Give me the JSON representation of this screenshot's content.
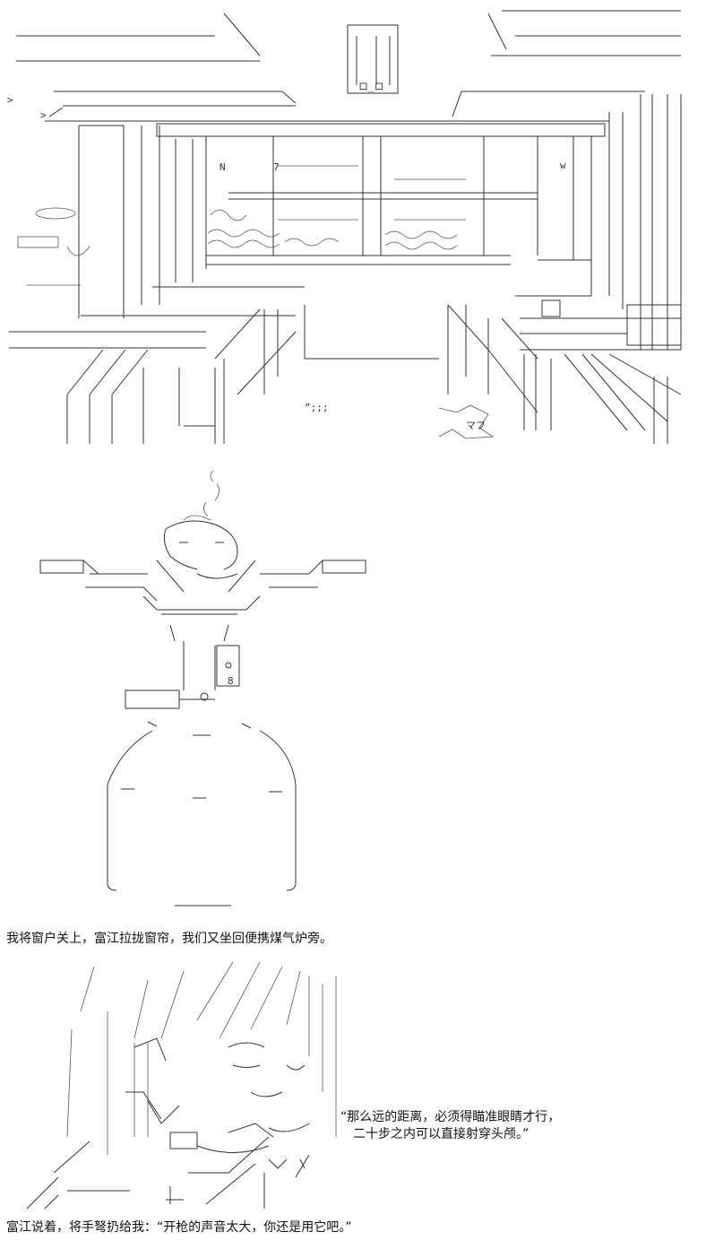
{
  "panels": {
    "room": {
      "label": ""
    },
    "figure": {
      "label": ""
    },
    "character": {
      "label": ""
    }
  },
  "captions": {
    "first": "我将窗户关上，富江拉拢窗帘，我们又坐回便携煤气炉旁。",
    "second": "富江说着，将手弩扔给我：“开枪的声音太大，你还是用它吧。”"
  },
  "dialogue": {
    "line1": "“那么远的距离，必须得瞄准眼睛才行，",
    "line2": "　二十步之内可以直接射穿头颅。”"
  },
  "ascii_text": {
    "sign": "ロ_ロ",
    "sound": "マフ",
    "drops": "”;;;",
    "label_n": "N",
    "label_w": "w",
    "num7": "7",
    "num8": "8"
  }
}
